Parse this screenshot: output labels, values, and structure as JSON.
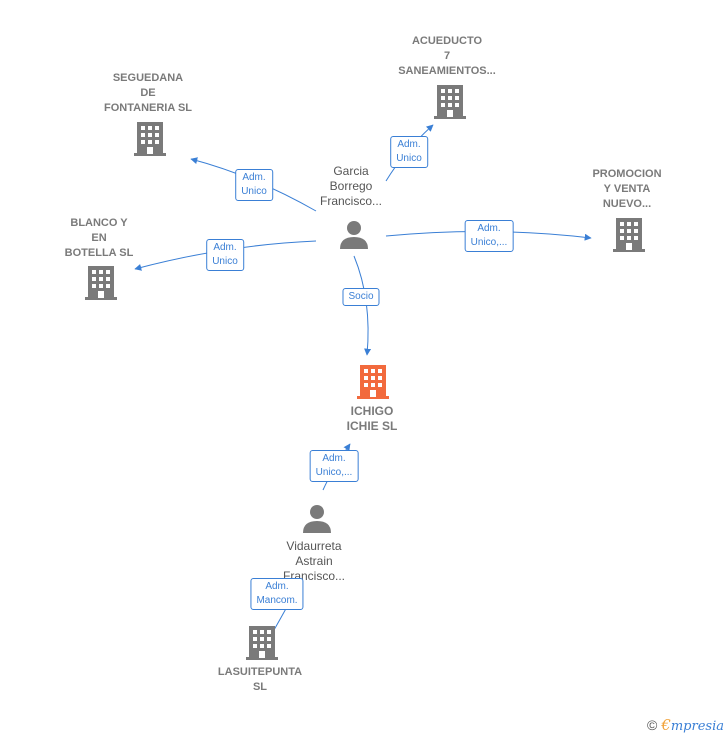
{
  "nodes": {
    "acueducto": {
      "label": "ACUEDUCTO\n7\nSANEAMIENTOS...",
      "icon": "building-icon"
    },
    "seguedana": {
      "label": "SEGUEDANA\nDE\nFONTANERIA SL",
      "icon": "building-icon"
    },
    "promocion": {
      "label": "PROMOCION\nY VENTA\nNUEVO...",
      "icon": "building-icon"
    },
    "blanco": {
      "label": "BLANCO Y\nEN\nBOTELLA SL",
      "icon": "building-icon"
    },
    "garcia": {
      "label": "Garcia\nBorrego\nFrancisco...",
      "icon": "person-icon"
    },
    "ichigo": {
      "label": "ICHIGO\nICHIE  SL",
      "icon": "building-icon"
    },
    "vidaurreta": {
      "label": "Vidaurreta\nAstrain\nFrancisco...",
      "icon": "person-icon"
    },
    "lasuitepunta": {
      "label": "LASUITEPUNTA\nSL",
      "icon": "building-icon"
    }
  },
  "edges": {
    "garcia_acueducto": "Adm.\nUnico",
    "garcia_seguedana": "Adm.\nUnico",
    "garcia_promocion": "Adm.\nUnico,...",
    "garcia_blanco": "Adm.\nUnico",
    "garcia_ichigo": "Socio",
    "vidaurreta_ichigo": "Adm.\nUnico,...",
    "vidaurreta_lasuitepunta": "Adm.\nMancom."
  },
  "colors": {
    "edge": "#3a7fd5",
    "building": "#7a7a7a",
    "main_building": "#f26a3d",
    "person": "#7a7a7a"
  },
  "footer": {
    "copyright": "©",
    "brand_first": "€",
    "brand_rest": "mpresia"
  }
}
